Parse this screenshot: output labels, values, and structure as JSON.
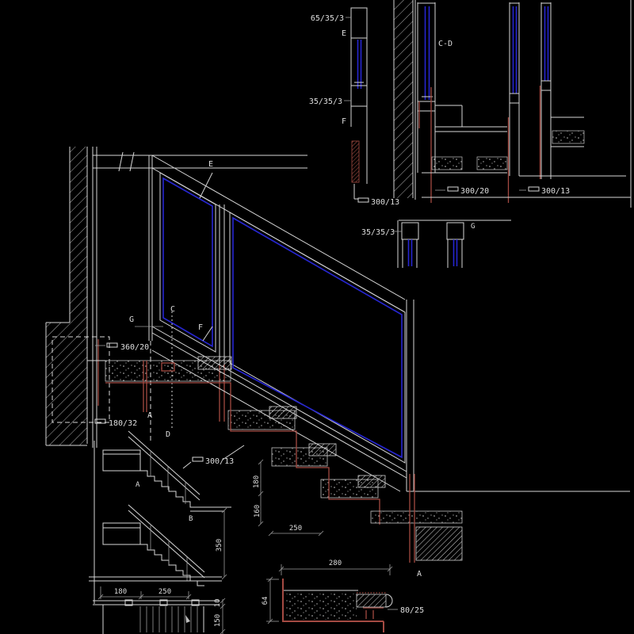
{
  "detail_ef": {
    "spec_top": "65/35/3",
    "ref_top": "E",
    "spec_mid": "35/35/3",
    "ref_mid": "F",
    "bar": "300/13"
  },
  "section_cd": {
    "title": "C-D",
    "bar_left": "300/20",
    "bar_right": "300/13"
  },
  "detail_g": {
    "spec": "35/35/3",
    "ref": "G"
  },
  "elevation": {
    "ref_e": "E",
    "ref_g": "G",
    "ref_c": "C",
    "ref_f": "F",
    "ref_a": "A",
    "ref_d": "D",
    "ref_a_end": "A",
    "bar_handrail": "360/20",
    "bar_base": "180/32",
    "dim_riser_upper": "180",
    "dim_riser_lower": "160",
    "dim_tread": "250"
  },
  "stair_view": {
    "ref_a": "A",
    "ref_b": "B",
    "bar": "300/13",
    "dim_height": "350",
    "dim_run_left": "180",
    "dim_run_right": "250",
    "dim_side_top": "10",
    "dim_side_bottom": "150"
  },
  "step_detail": {
    "dim_width": "280",
    "dim_height": "64",
    "bar": "80/25"
  },
  "colors": {
    "background": "#000000",
    "line": "#d6d6d6",
    "glass_blue": "#2626d2",
    "steel_red": "#a44a42"
  }
}
